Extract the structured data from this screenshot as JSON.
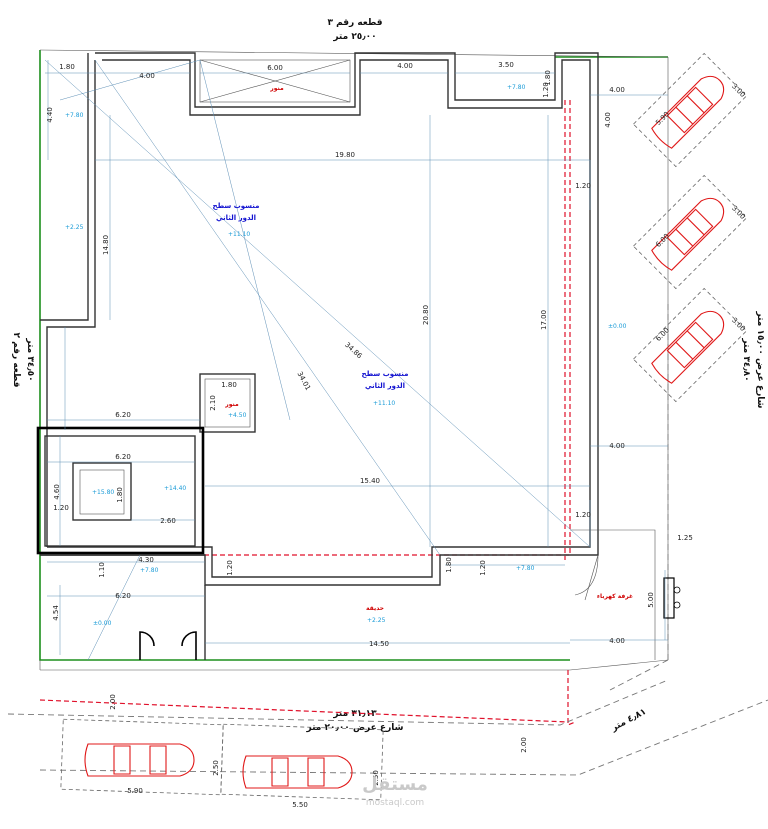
{
  "titles": {
    "plot_top": "قطعه رقم ٣",
    "plot_top_area": "٢٥٫٠٠ متر",
    "plot_left": "قطعه رقم ٢",
    "plot_left_area": "٣٤٫٥٠ متر",
    "street_right": "شارع عرض ١٥٫٠٠ متر",
    "street_right_len": "٣٤٫٨٠ متر",
    "street_bottom": "شارع عرض ٢٠٫٠٠ متر",
    "street_bottom_len": "٣١٫١٣ متر",
    "corner_len": "٤٫٨١ متر"
  },
  "labels": {
    "roof1_line1": "منسوب سطح",
    "roof1_line2": "الدور الثاني",
    "roof2_line1": "منسوب سطح",
    "roof2_line2": "الدور الثاني",
    "shaft_top": "منور",
    "shaft_mid": "منور",
    "garden": "حديقة",
    "elec_room": "غرفة كهرباء"
  },
  "levels": {
    "l1": "+7.80",
    "l2": "+7.80",
    "l3": "+2.25",
    "l4": "+11.10",
    "l5": "+11.10",
    "l6": "+4.50",
    "l7": "+14.40",
    "l8": "+15.80",
    "l9": "+7.80",
    "l10": "+7.80",
    "l11": "±0.00",
    "l12": "+2.25",
    "l13": "±0.00"
  },
  "dims": {
    "d1": "1.80",
    "d2": "4.00",
    "d3": "6.00",
    "d4": "4.00",
    "d5": "3.50",
    "d6": "1.80",
    "d7": "4.40",
    "d8": "19.80",
    "d9": "14.80",
    "d10": "20.80",
    "d11": "17.00",
    "d12": "34.86",
    "d13": "34.01",
    "d14": "1.20",
    "d15": "4.00",
    "d16": "1.80",
    "d17": "2.10",
    "d18": "6.20",
    "d19": "6.20",
    "d20": "4.60",
    "d21": "1.80",
    "d22": "1.20",
    "d23": "2.60",
    "d24": "15.40",
    "d25": "4.00",
    "d26": "1.20",
    "d27": "4.30",
    "d28": "1.10",
    "d29": "1.20",
    "d30": "1.80",
    "d31": "1.20",
    "d32": "6.20",
    "d33": "4.54",
    "d34": "14.50",
    "d35": "4.00",
    "d36": "5.00",
    "d37": "1.25",
    "d38": "4.00",
    "d39": "2.00",
    "d40": "2.00",
    "d41": "5.90",
    "d42": "2.50",
    "d43": "5.50",
    "d44": "2.50",
    "d45": "3.00",
    "d46": "5.90",
    "d47": "3.00",
    "d48": "6.00",
    "d49": "3.00",
    "d50": "6.00",
    "d51": "1.20"
  },
  "watermark": {
    "brand": "مستقل",
    "site": "mostaql.com"
  },
  "colors": {
    "wall": "#333333",
    "boundary_green": "#1d8f1d",
    "setback_red": "#e0102a",
    "car_red": "#e01818",
    "level_blue": "#1a9bd7"
  }
}
